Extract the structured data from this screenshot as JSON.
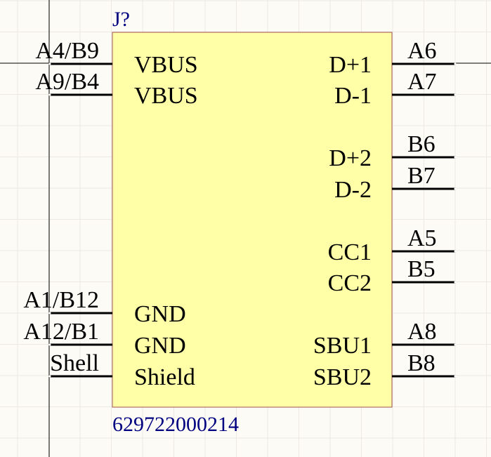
{
  "colors": {
    "background": "#fcfbf6",
    "grid": "#ebe9e1",
    "crosshair": "#000000",
    "body_fill": "#ffffa8",
    "body_border": "#a05050",
    "pin": "#000000",
    "label_blue": "#000080"
  },
  "component": {
    "designator": "J?",
    "comment": "629722000214"
  },
  "left_pins": [
    {
      "number": "A4/B9",
      "name": "VBUS"
    },
    {
      "number": "A9/B4",
      "name": "VBUS"
    },
    {
      "number": "A1/B12",
      "name": "GND"
    },
    {
      "number": "A12/B1",
      "name": "GND"
    },
    {
      "number": "Shell",
      "name": "Shield"
    }
  ],
  "right_pins": [
    {
      "number": "A6",
      "name": "D+1"
    },
    {
      "number": "A7",
      "name": "D-1"
    },
    {
      "number": "B6",
      "name": "D+2"
    },
    {
      "number": "B7",
      "name": "D-2"
    },
    {
      "number": "A5",
      "name": "CC1"
    },
    {
      "number": "B5",
      "name": "CC2"
    },
    {
      "number": "A8",
      "name": "SBU1"
    },
    {
      "number": "B8",
      "name": "SBU2"
    }
  ]
}
